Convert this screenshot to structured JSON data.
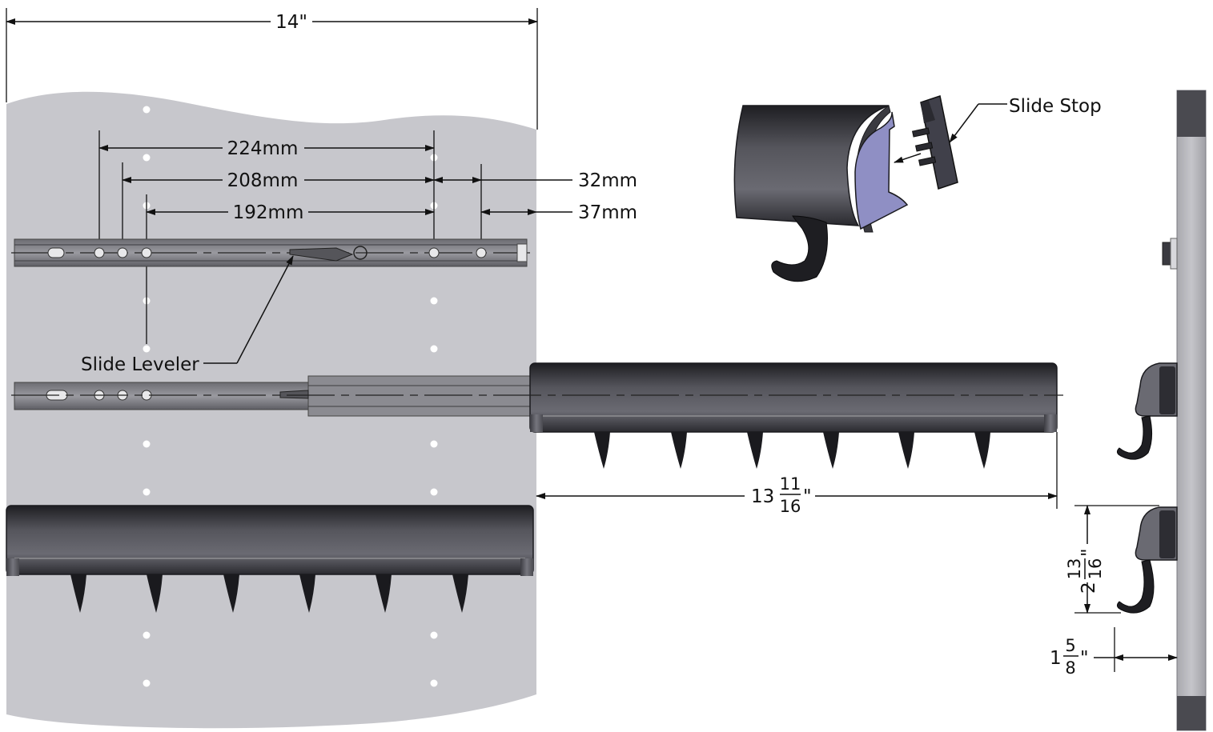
{
  "dimensions": {
    "width_overall": "14\"",
    "hole_224": "224mm",
    "hole_208": "208mm",
    "hole_192": "192mm",
    "offset_32": "32mm",
    "offset_37": "37mm",
    "rack_length_whole": "13",
    "rack_length_num": "11",
    "rack_length_den": "16",
    "rack_length_unit": "\"",
    "height_whole": "2",
    "height_num": "13",
    "height_den": "16",
    "height_unit": "\"",
    "depth_whole": "1",
    "depth_num": "5",
    "depth_den": "8",
    "depth_unit": "\""
  },
  "callouts": {
    "slide_leveler": "Slide Leveler",
    "slide_stop": "Slide Stop"
  },
  "colors": {
    "panel": "#c7c7cc",
    "rack_dark": "#2d2d33",
    "slide_stop_face": "#8f8fc4",
    "stile": "#b9b9be"
  }
}
